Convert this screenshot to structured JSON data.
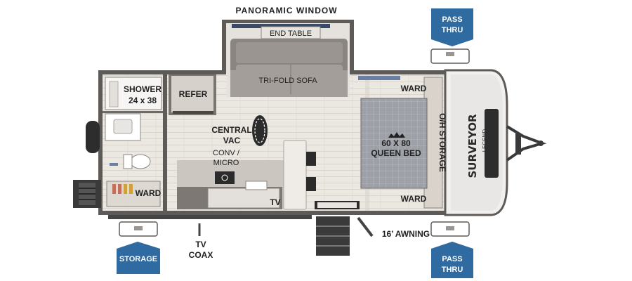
{
  "labels": {
    "panoramic_window": "PANORAMIC WINDOW",
    "end_table": "END TABLE",
    "tri_fold_sofa": "TRI-FOLD SOFA",
    "shower_line1": "SHOWER",
    "shower_line2": "24 x 38",
    "refer": "REFER",
    "central_vac_line1": "CENTRAL",
    "central_vac_line2": "VAC",
    "conv_micro_line1": "CONV /",
    "conv_micro_line2": "MICRO",
    "ward_top": "WARD",
    "ward_bottom": "WARD",
    "ward_bath": "WARD",
    "bed_line1": "60 X 80",
    "bed_line2": "QUEEN BED",
    "oh_storage": "O/H STORAGE",
    "tv": "TV",
    "tv_coax_line1": "TV",
    "tv_coax_line2": "COAX",
    "awning": "16’ AWNING",
    "brand_name": "SURVEYOR",
    "brand_sub": "LEGEND"
  },
  "tabs": {
    "pass_thru_top_line1": "PASS",
    "pass_thru_top_line2": "THRU",
    "pass_thru_bottom_line1": "PASS",
    "pass_thru_bottom_line2": "THRU",
    "storage": "STORAGE"
  },
  "colors": {
    "wall": "#5e5a57",
    "floor": "#ece8e2",
    "sofa": "#8a8580",
    "bed": "#9a9ca3",
    "tab_blue": "#2f6aa0",
    "counter": "#c9c4be"
  },
  "icons": [
    "footprint-icon",
    "crown-icon",
    "microwave-icon",
    "steps-icon",
    "hitch-icon",
    "wheel-icon"
  ]
}
